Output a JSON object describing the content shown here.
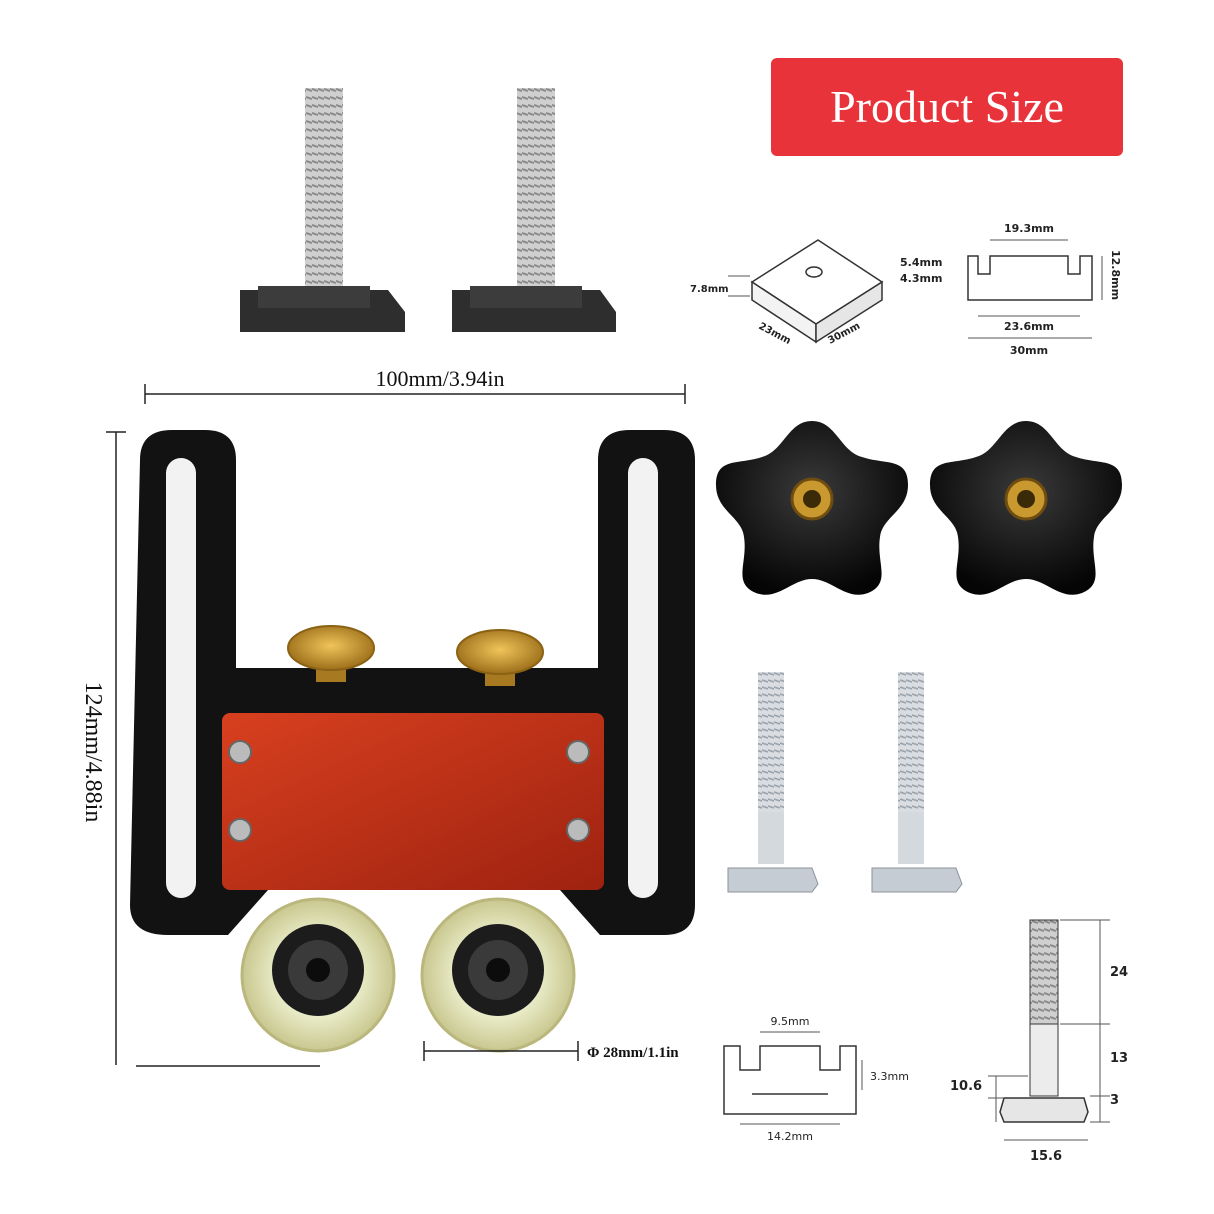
{
  "badge": {
    "label": "Product Size"
  },
  "dims": {
    "width": "100mm/3.94in",
    "height": "124mm/4.88in",
    "wheel": "Φ 28mm/1.1in"
  },
  "slider_block": {
    "thickness": "7.8mm",
    "length": "23mm",
    "width": "30mm"
  },
  "track_profile": {
    "slot_top": "19.3mm",
    "lip_a": "5.4mm",
    "lip_b": "4.3mm",
    "height": "12.8mm",
    "slot_bottom": "23.6mm",
    "width": "30mm"
  },
  "small_track": {
    "slot_top": "9.5mm",
    "depth": "3.3mm",
    "width": "14.2mm"
  },
  "t_bolt": {
    "thread": "24",
    "shank": "13",
    "head_thickness": "3",
    "head_height": "10.6",
    "head_width": "15.6"
  },
  "colors": {
    "badge": "#e8333a",
    "body": "#111111",
    "plate": "#c8321a",
    "brass": "#c9982f"
  }
}
